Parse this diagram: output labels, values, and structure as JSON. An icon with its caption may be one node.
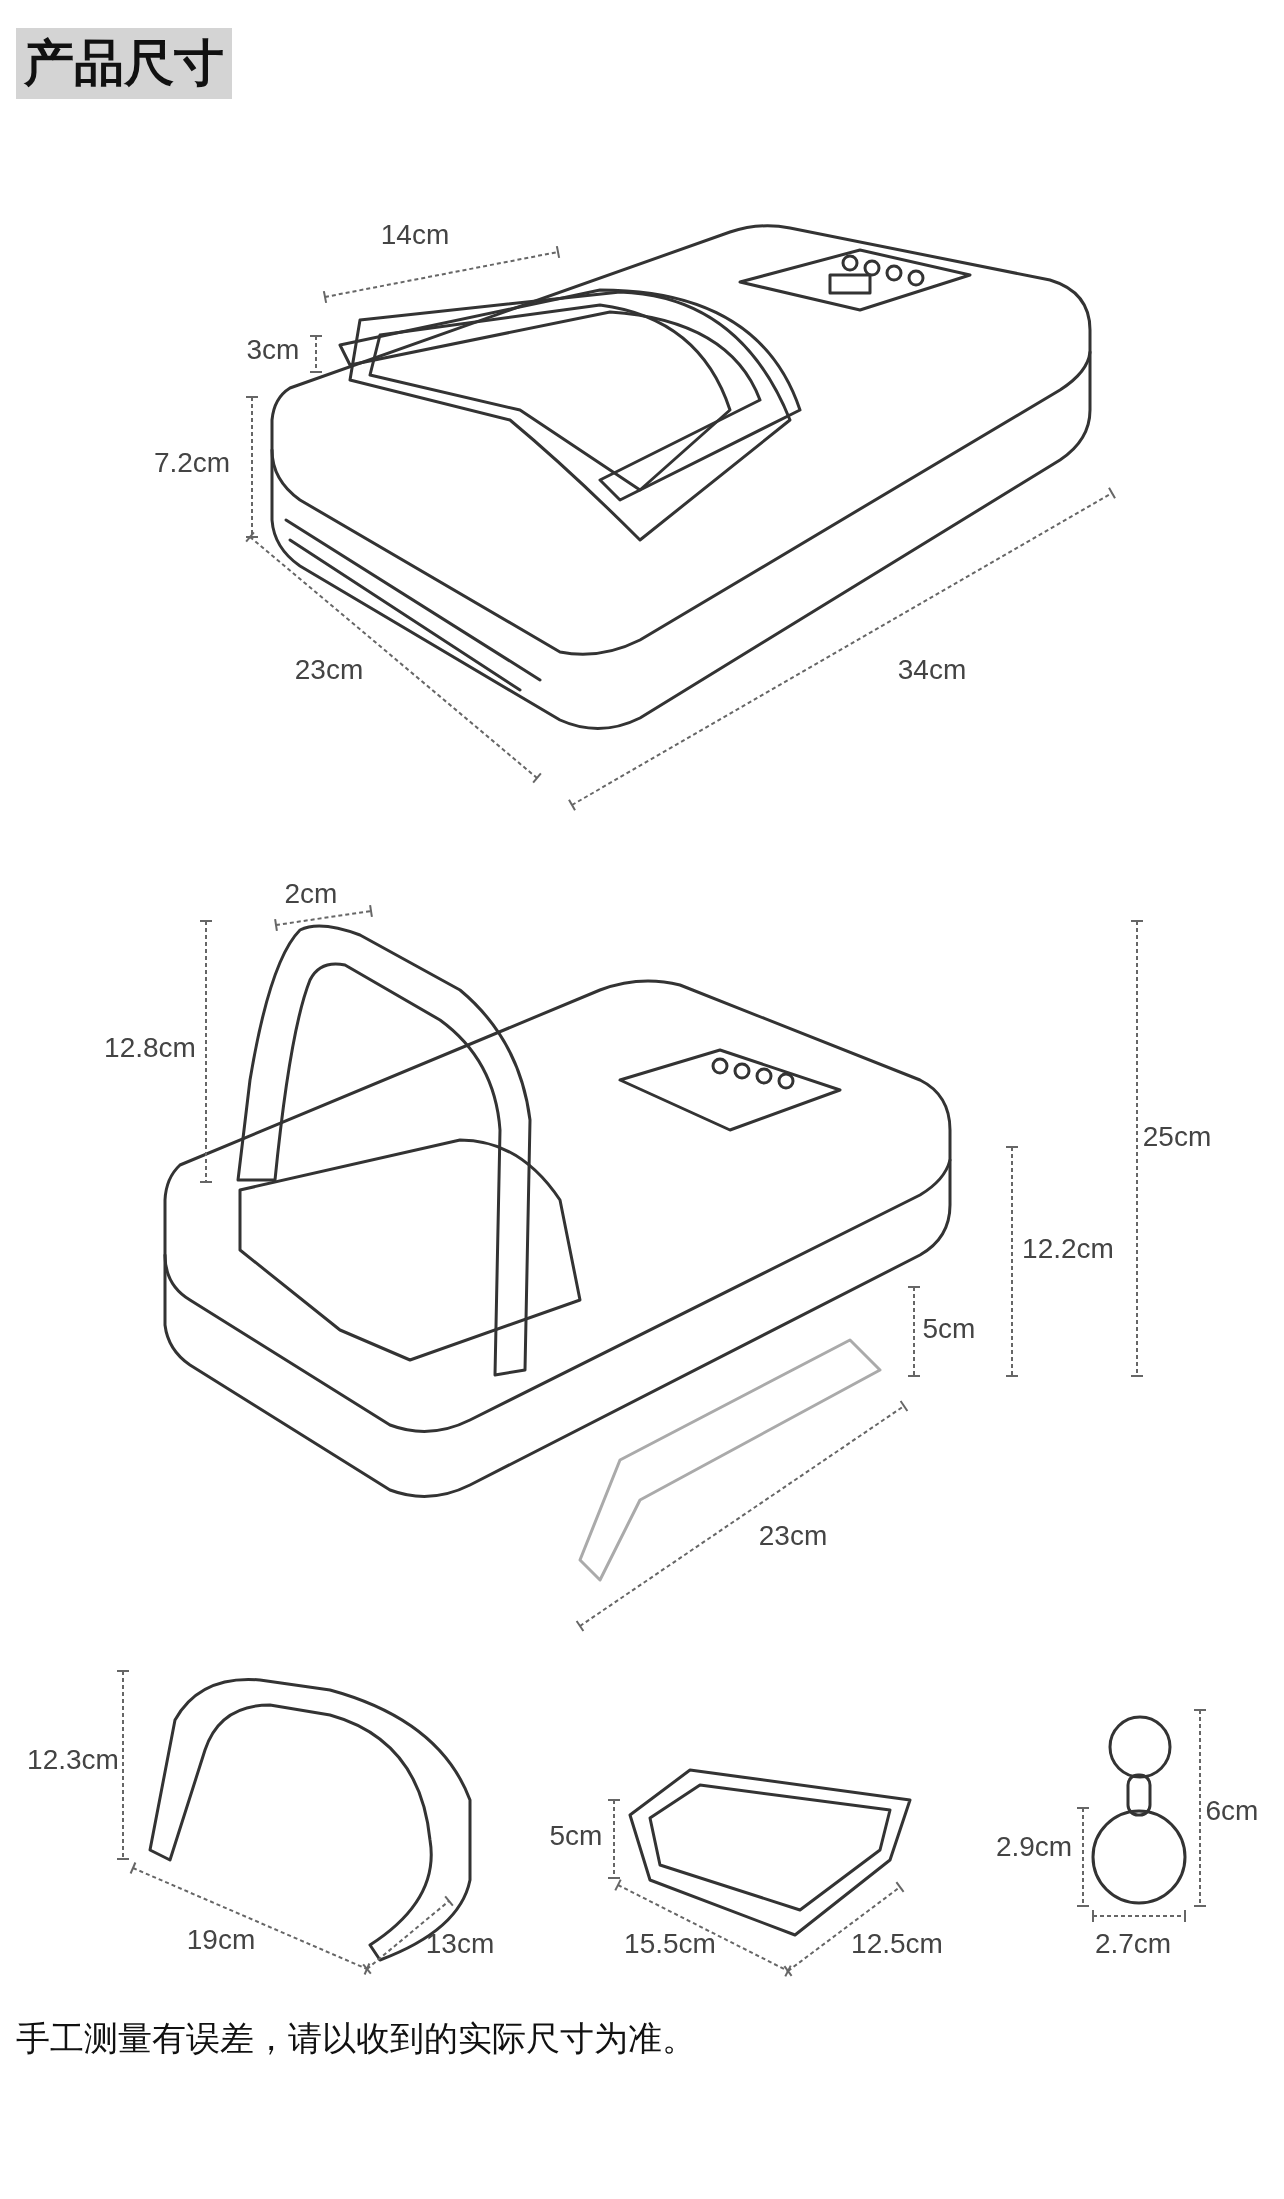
{
  "diagram": {
    "title": "产品尺寸",
    "caption": "手工测量有误差，请以收到的实际尺寸为准。",
    "labels": [
      "14cm",
      "3cm",
      "7.2cm",
      "23cm",
      "34cm",
      "2cm",
      "12.8cm",
      "25cm",
      "12.2cm",
      "5cm",
      "23cm",
      "12.3cm",
      "6cm",
      "5cm",
      "2.9cm",
      "19cm",
      "13cm",
      "15.5cm",
      "12.5cm",
      "2.7cm"
    ]
  }
}
